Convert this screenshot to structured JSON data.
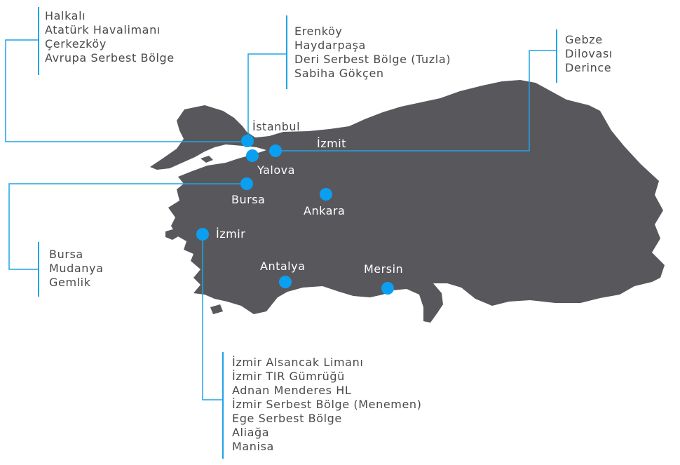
{
  "map": {
    "land_color": "#58585c",
    "accent_color": "#0a9ff0",
    "line_color": "#1fa4e6",
    "label_on_land_color": "#ffffff",
    "text_color": "#4a4a4c"
  },
  "cities": {
    "istanbul": "İstanbul",
    "izmit": "İzmit",
    "yalova": "Yalova",
    "bursa": "Bursa",
    "ankara": "Ankara",
    "izmir": "İzmir",
    "antalya": "Antalya",
    "mersin": "Mersin"
  },
  "locations": {
    "istanbul_europe": [
      "Halkalı",
      "Atatürk Havalimanı",
      "Çerkezköy",
      "Avrupa Serbest Bölge"
    ],
    "istanbul_asia": [
      "Erenköy",
      "Haydarpaşa",
      "Deri Serbest Bölge (Tuzla)",
      "Sabiha Gökçen"
    ],
    "kocaeli": [
      "Gebze",
      "Dilovası",
      "Derince"
    ],
    "bursa": [
      "Bursa",
      "Mudanya",
      "Gemlik"
    ],
    "izmir": [
      "İzmir Alsancak Limanı",
      "İzmir TIR Gümrüğü",
      "Adnan Menderes HL",
      "İzmir Serbest Bölge (Menemen)",
      "Ege Serbest Bölge",
      "Aliağa",
      "Manisa"
    ]
  }
}
